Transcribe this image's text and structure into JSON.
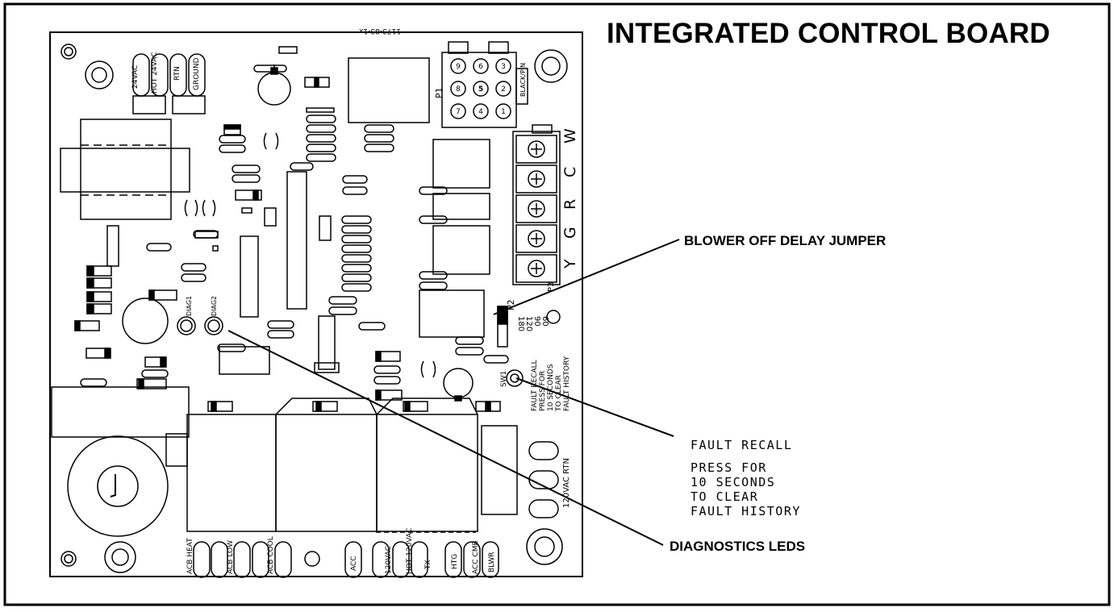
{
  "title": "INTEGRATED CONTROL BOARD",
  "callouts": {
    "blower": "BLOWER OFF DELAY JUMPER",
    "diagnostics": "DIAGNOSTICS LEDS"
  },
  "fault_note": {
    "line1": "FAULT RECALL",
    "line2": "PRESS FOR",
    "line3": "10 SECONDS",
    "line4": "TO CLEAR",
    "line5": "FAULT HISTORY"
  },
  "board_labels": {
    "part_number": "1173-83-1x",
    "black_pin": "BLACK/PIN",
    "p1": "P1",
    "p2": "P2",
    "p3": "P3",
    "sw1": "SW1",
    "diag1": "DIAG1",
    "diag2": "DIAG2",
    "t_24vac": "24VAC",
    "t_hot_24vac": "HOT 24VAC",
    "t_rtn": "RTN",
    "t_ground": "GROUND",
    "t_120vac_rtn": "120VAC RTN",
    "delay_values": [
      "180",
      "120",
      "90",
      "60"
    ],
    "terminal_letters": [
      "W",
      "C",
      "R",
      "G",
      "Y"
    ],
    "pin_numbers": [
      "9",
      "6",
      "3",
      "8",
      "5",
      "2",
      "7",
      "4",
      "1"
    ],
    "bottom_labels": [
      "ACB HEAT",
      "ACB LOW",
      "ACB COOL",
      "ACC",
      "HOT 120VAC",
      "120VAC",
      "TX",
      "HTG",
      "ACC CMB",
      "BLWR"
    ],
    "sw1_text": [
      "FAULT RECALL",
      "PRESS FOR",
      "10 SECONDS",
      "TO CLEAR",
      "FAULT HISTORY"
    ]
  }
}
